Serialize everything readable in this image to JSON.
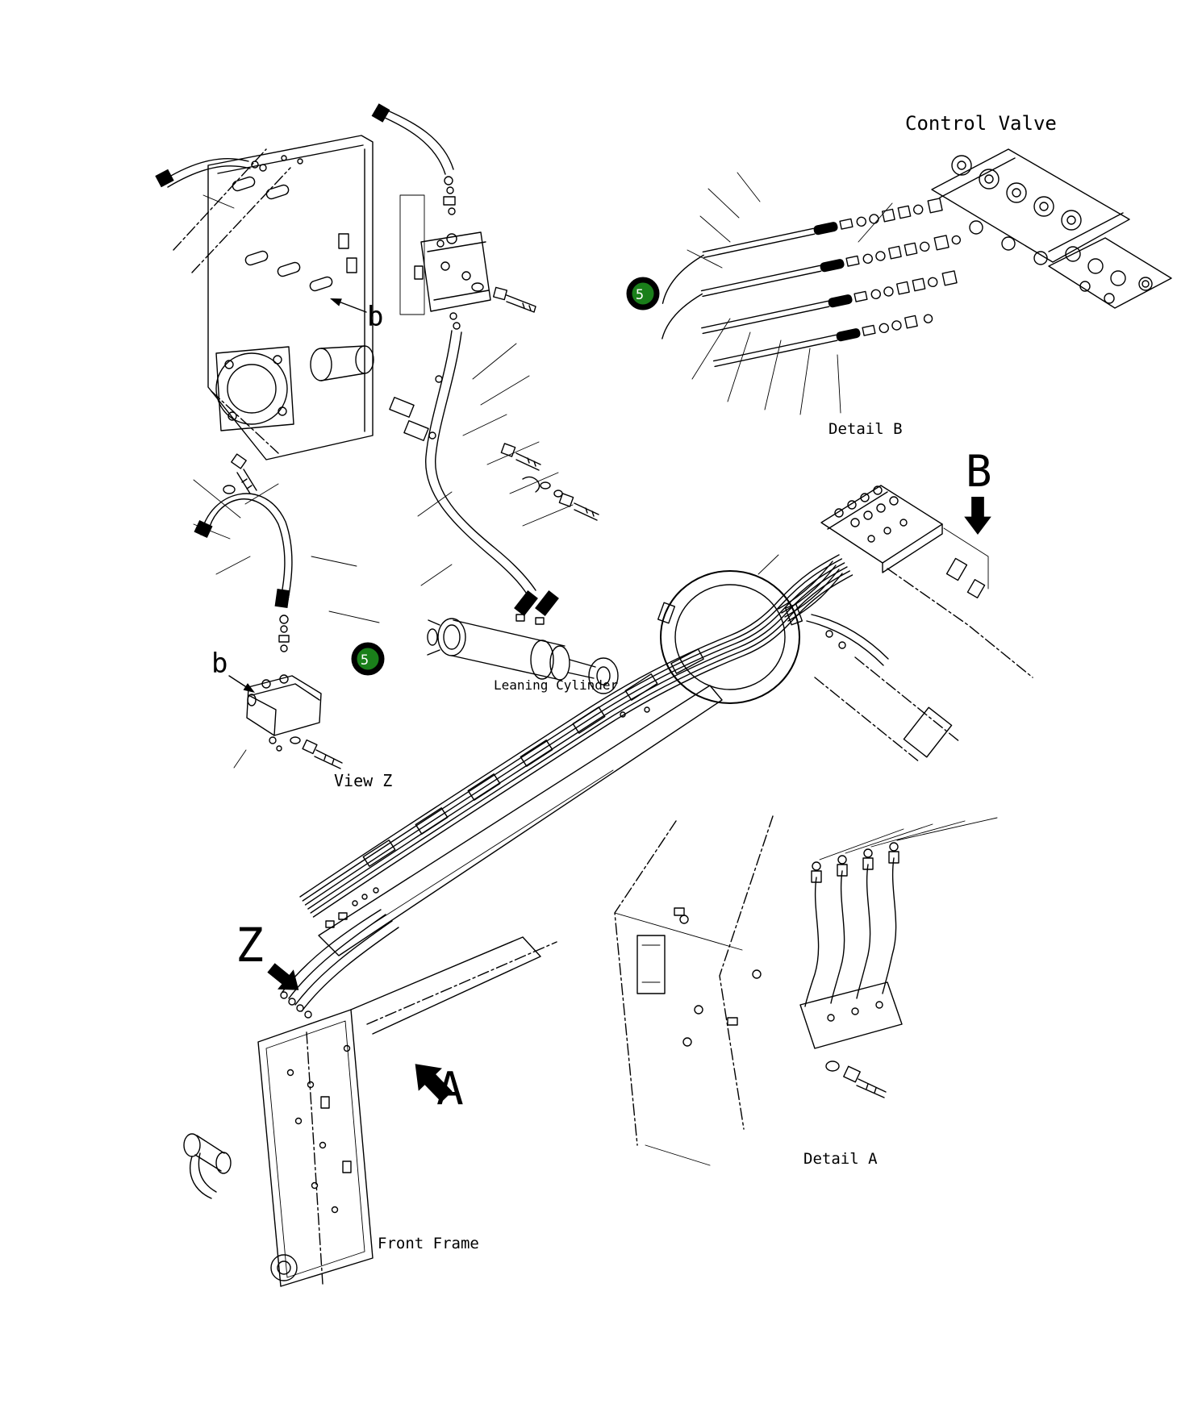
{
  "figure": {
    "background": "#ffffff",
    "line_color": "#000000",
    "type": "hydraulic-piping-parts-diagram"
  },
  "labels": {
    "control_valve": "Control Valve",
    "detail_b": "Detail B",
    "detail_a": "Detail A",
    "view_z_caption": "View Z",
    "leaning_cylinder": "Leaning Cylinder",
    "front_frame": "Front Frame",
    "view_marker_b": "B",
    "view_marker_z": "Z",
    "view_marker_a": "A",
    "direction_marker_b_top": "b",
    "direction_marker_b_left": "b"
  },
  "callouts": {
    "number": "5",
    "fill": "#1a7f1a",
    "ring": "#000000",
    "text_color": "#ffffff"
  }
}
